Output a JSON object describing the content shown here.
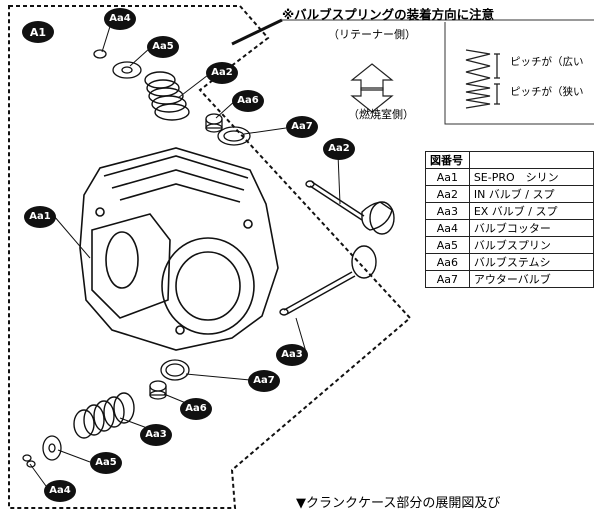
{
  "tags": {
    "main": "A1",
    "aa4_top": "Aa4",
    "aa5_top": "Aa5",
    "aa2_spring": "Aa2",
    "aa6_top": "Aa6",
    "aa7_top": "Aa7",
    "aa2_valve": "Aa2",
    "aa1": "Aa1",
    "aa3_valve": "Aa3",
    "aa7_bot": "Aa7",
    "aa6_bot": "Aa6",
    "aa3_spring": "Aa3",
    "aa5_bot": "Aa5",
    "aa4_bot": "Aa4"
  },
  "note": {
    "title": "※バルブスプリングの装着方向に注意",
    "retainer_side": "（リテーナー側）",
    "chamber_side": "（燃焼室側）",
    "pitch_wide": "ピッチが（広い",
    "pitch_narrow": "ピッチが（狭い"
  },
  "table": {
    "header_no": "図番号",
    "header_name": "",
    "rows": [
      {
        "no": "Aa1",
        "name": "SE-PRO　シリン"
      },
      {
        "no": "Aa2",
        "name": "IN バルブ / スプ"
      },
      {
        "no": "Aa3",
        "name": "EX バルブ / スプ"
      },
      {
        "no": "Aa4",
        "name": "バルブコッター"
      },
      {
        "no": "Aa5",
        "name": "バルブスプリン"
      },
      {
        "no": "Aa6",
        "name": "バルブステムシ"
      },
      {
        "no": "Aa7",
        "name": "アウターバルブ"
      }
    ]
  },
  "footer": "▼クランクケース部分の展開図及び"
}
